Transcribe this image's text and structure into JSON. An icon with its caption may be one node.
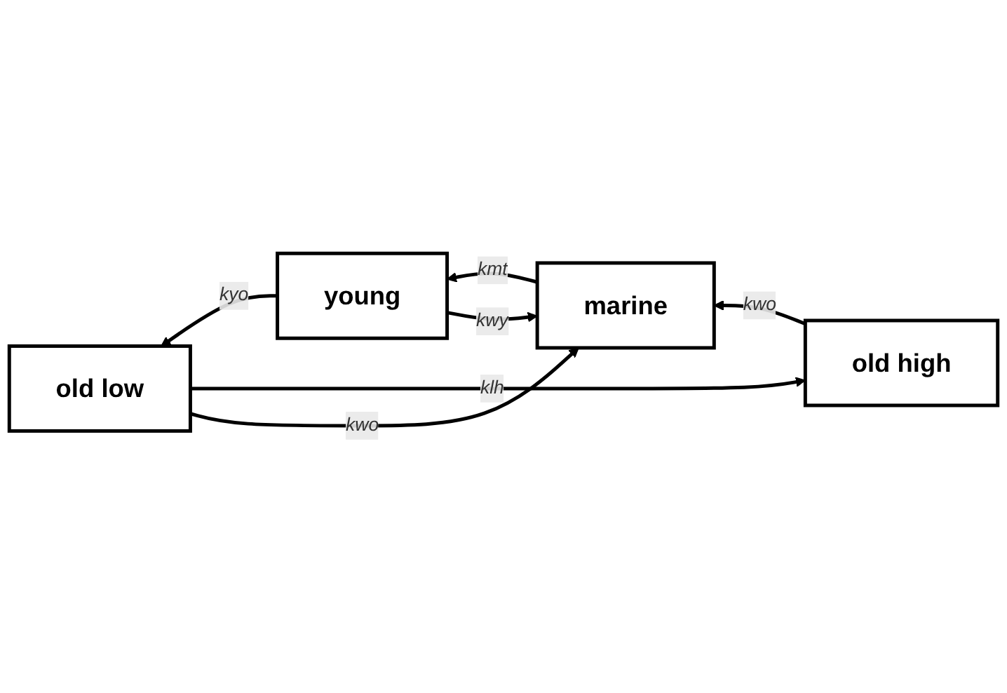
{
  "diagram": {
    "nodes": [
      {
        "text": [
          "old high"
        ]
      },
      {
        "text": [
          "old low"
        ]
      },
      {
        "text": [
          "young"
        ]
      },
      {
        "text": [
          "marine"
        ]
      }
    ],
    "edges": [
      {
        "from": 1,
        "to": 0,
        "arrow": "to",
        "label": "klh"
      },
      {
        "from": 2,
        "to": 1,
        "arrow": "to",
        "label": "kyo"
      },
      {
        "from": 0,
        "to": 3,
        "arrow": "to",
        "label": "kwo"
      },
      {
        "from": 1,
        "to": 3,
        "arrow": "to",
        "label": "kwo"
      },
      {
        "from": 2,
        "to": 3,
        "arrow": "to",
        "label": "kwy"
      },
      {
        "from": 3,
        "to": 2,
        "arrow": "to",
        "label": "kmt"
      }
    ]
  }
}
